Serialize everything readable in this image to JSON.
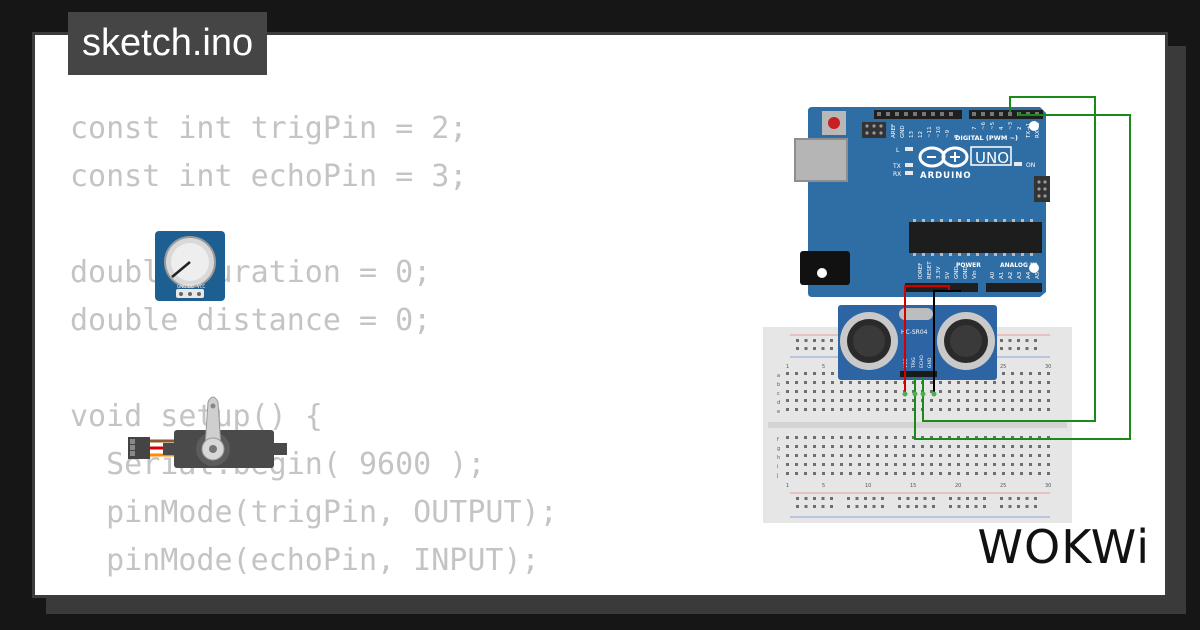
{
  "file": {
    "name": "sketch.ino"
  },
  "code": {
    "lines": [
      "const int trigPin = 2;",
      "const int echoPin = 3;",
      "",
      "double duration = 0;",
      "double distance = 0;",
      "",
      "void setup() {",
      "  Serial.begin( 9600 );",
      "  pinMode(trigPin, OUTPUT);",
      "  pinMode(echoPin, INPUT);",
      "}"
    ]
  },
  "arduino": {
    "model": "UNO",
    "brand": "ARDUINO",
    "digital_label": "DIGITAL (PWM ~)",
    "power_label": "POWER",
    "analog_label": "ANALOG IN",
    "led_l": "L",
    "led_tx": "TX",
    "led_rx": "RX",
    "led_on": "ON",
    "top_pins": [
      "AREF",
      "GND",
      "13",
      "12",
      "~11",
      "~10",
      "~9",
      "8",
      "7",
      "~6",
      "~5",
      "4",
      "~3",
      "2",
      "TX→1",
      "RX←0"
    ],
    "power_pins": [
      "IOREF",
      "RESET",
      "3.3V",
      "5V",
      "GND",
      "GND",
      "Vin"
    ],
    "analog_pins": [
      "A0",
      "A1",
      "A2",
      "A3",
      "A4",
      "A5"
    ]
  },
  "sensor": {
    "label": "HC-SR04",
    "pins": [
      "VCC",
      "TRIG",
      "ECHO",
      "GND"
    ]
  },
  "breadboard": {
    "col_numbers": [
      "1",
      "5",
      "10",
      "15",
      "20",
      "25",
      "30"
    ],
    "row_letters_top": [
      "a",
      "b",
      "c",
      "d",
      "e"
    ],
    "row_letters_bottom": [
      "f",
      "g",
      "h",
      "i",
      "j"
    ]
  },
  "potentiometer": {
    "pin_labels": [
      "GND",
      "SIG",
      "VCC"
    ]
  },
  "brand": {
    "logo": "WOKWi"
  },
  "colors": {
    "background": "#161616",
    "card": "#ffffff",
    "code_text": "#c4c4c4",
    "board_blue": "#2f6ea5",
    "wire_green": "#1a8a1a",
    "wire_red": "#d40000",
    "wire_black": "#000000"
  }
}
